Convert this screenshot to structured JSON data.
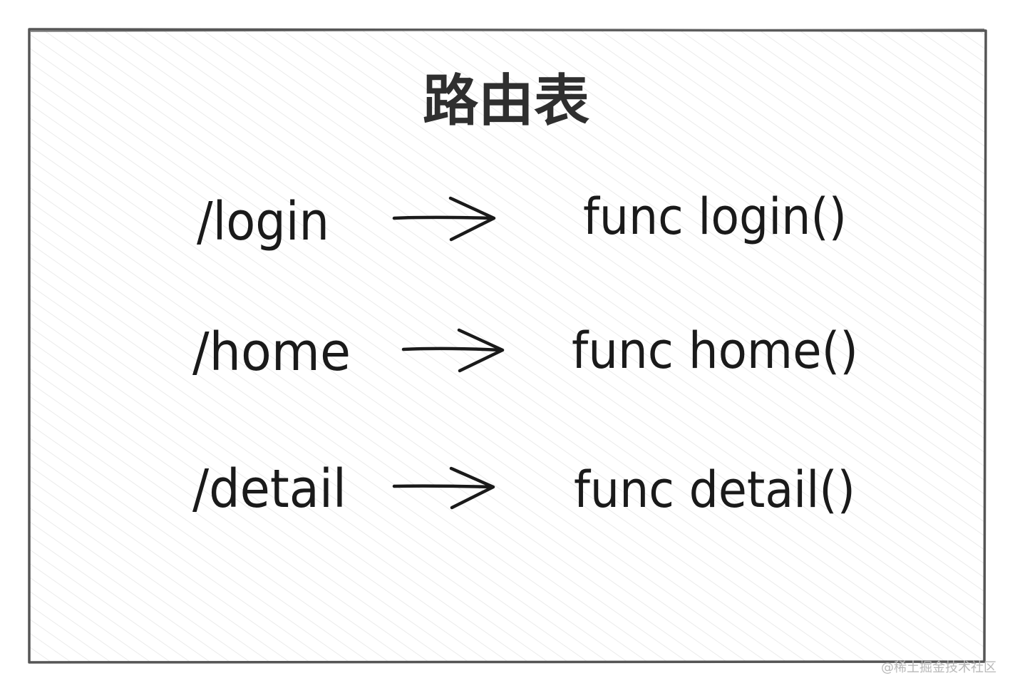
{
  "title": "路由表",
  "routes": [
    {
      "path": "/login",
      "handler": "func login()"
    },
    {
      "path": "/home",
      "handler": "func home()"
    },
    {
      "path": "/detail",
      "handler": "func detail()"
    }
  ],
  "watermark": "@稀土掘金技术社区",
  "colors": {
    "border": "#555555",
    "hatch": "#e3e3e3",
    "text": "#1a1a1a",
    "title": "#2f2f2f",
    "watermark": "#b9b9b9"
  }
}
